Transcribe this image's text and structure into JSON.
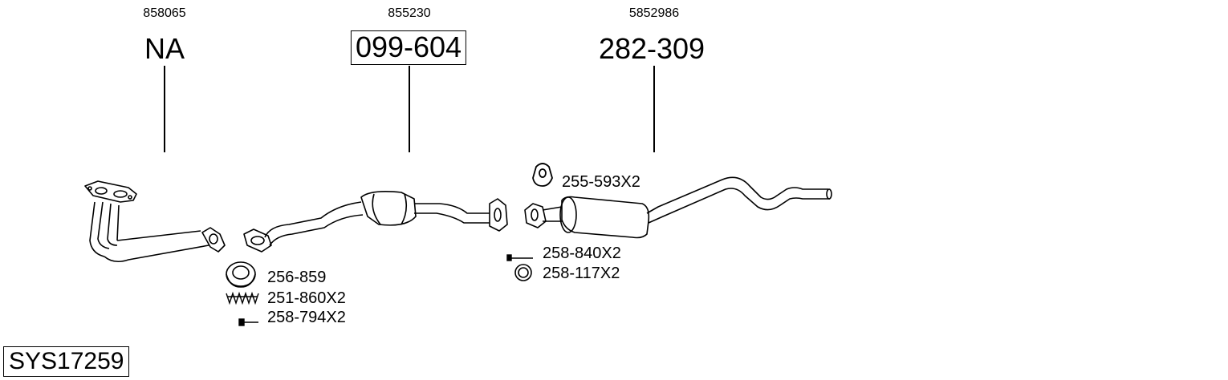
{
  "system_code": "SYS17259",
  "parts": [
    {
      "oem": "858065",
      "number": "NA",
      "boxed": false
    },
    {
      "oem": "855230",
      "number": "099-604",
      "boxed": true
    },
    {
      "oem": "5852986",
      "number": "282-309",
      "boxed": false
    }
  ],
  "accessories": [
    {
      "label": "256-859",
      "icon": "gasket-ring-icon"
    },
    {
      "label": "251-860X2",
      "icon": "spring-icon"
    },
    {
      "label": "258-794X2",
      "icon": "bolt-icon"
    },
    {
      "label": "255-593X2",
      "icon": "rubber-hanger-icon"
    },
    {
      "label": "258-840X2",
      "icon": "bolt-icon"
    },
    {
      "label": "258-117X2",
      "icon": "seal-ring-icon"
    }
  ]
}
